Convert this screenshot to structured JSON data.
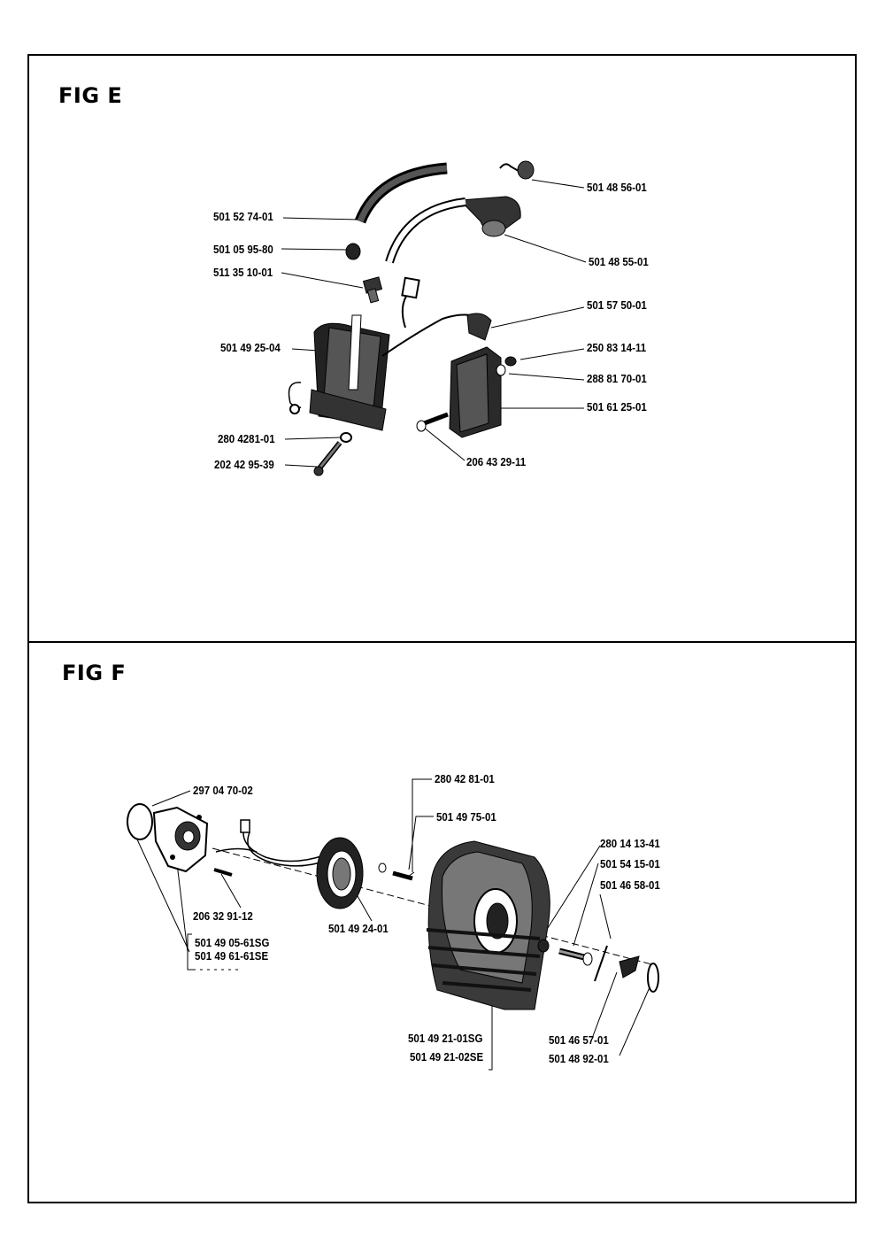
{
  "figures": [
    {
      "title": "FIG E",
      "parts": [
        "501 48 56-01",
        "501 52 74-01",
        "501 05 95-80",
        "501 48 55-01",
        "511 35 10-01",
        "501 57 50-01",
        "501 49 25-04",
        "250 83 14-11",
        "288 81 70-01",
        "501 61 25-01",
        "280 4281-01",
        "206 43 29-11",
        "202 42 95-39"
      ]
    },
    {
      "title": "FIG F",
      "parts": [
        "280 42 81-01",
        "297 04 70-02",
        "501 49 75-01",
        "280 14 13-41",
        "501 54 15-01",
        "501 46 58-01",
        "206 32 91-12",
        "501 49 24-01",
        "501 49 05-61SG",
        "501 49 61-61SE",
        "501 49 21-01SG",
        "501 49 21-02SE",
        "501 46 57-01",
        "501 48 92-01"
      ]
    }
  ]
}
